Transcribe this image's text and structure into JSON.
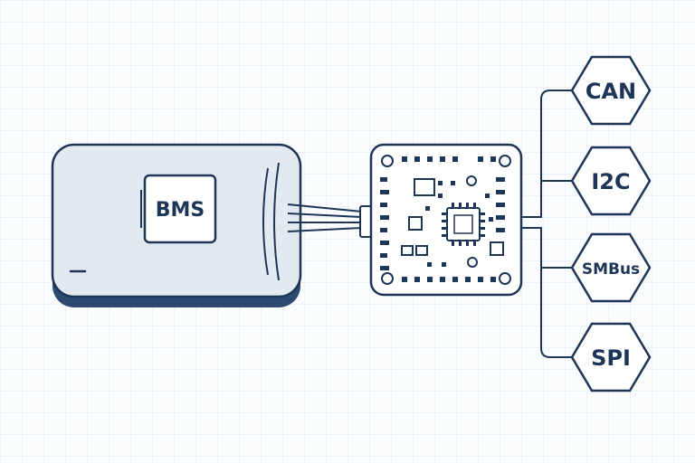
{
  "diagram": {
    "bms_label": "BMS",
    "protocols": [
      "CAN",
      "I2C",
      "SMBus",
      "SPI"
    ]
  },
  "colors": {
    "stroke": "#1d3557",
    "battery_fill": "#e3e9f1",
    "battery_shadow": "#2c4a70",
    "board_fill": "#ffffff",
    "hex_fill": "#ffffff"
  }
}
